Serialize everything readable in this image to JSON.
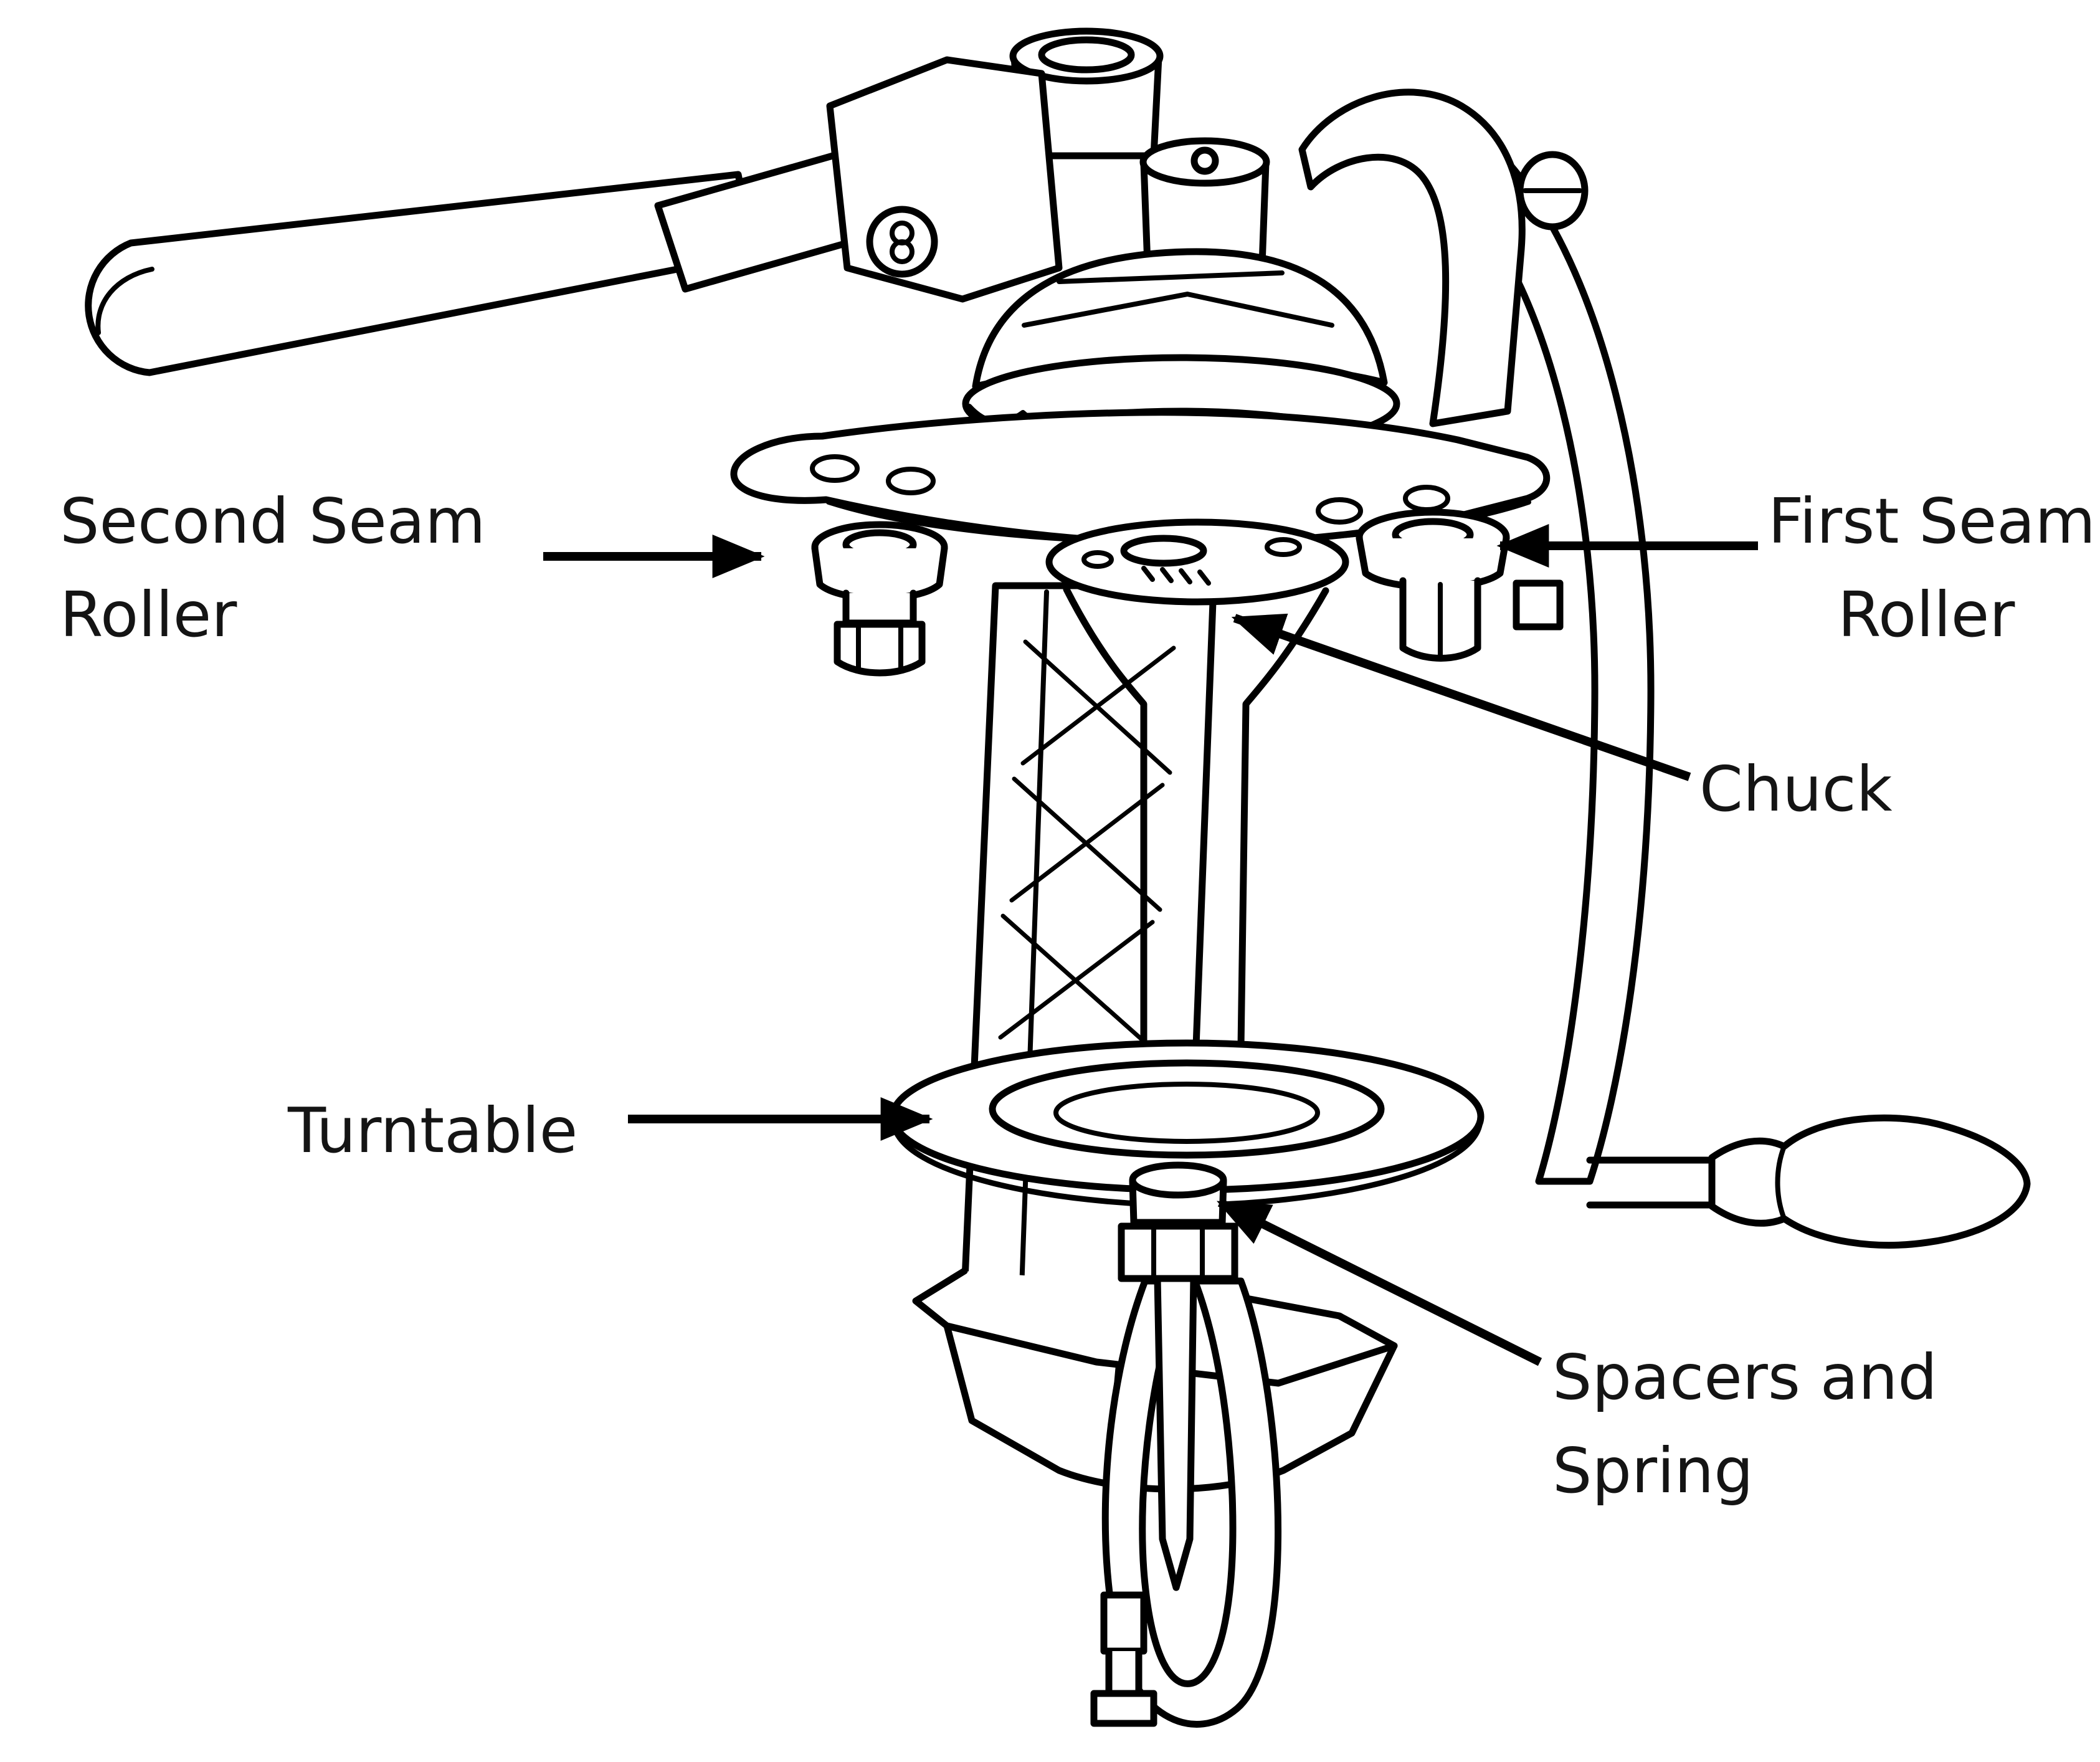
{
  "labels": {
    "second_seam_roller": {
      "line1": "Second Seam",
      "line2": "Roller"
    },
    "first_seam_roller": {
      "line1": "First Seam",
      "line2": "Roller"
    },
    "chuck": {
      "text": "Chuck"
    },
    "turntable": {
      "text": "Turntable"
    },
    "spacers_and_spring": {
      "line1": "Spacers and",
      "line2": "Spring"
    }
  },
  "colors": {
    "ink": "#000000",
    "label_text": "#141414",
    "background": "#ffffff"
  }
}
